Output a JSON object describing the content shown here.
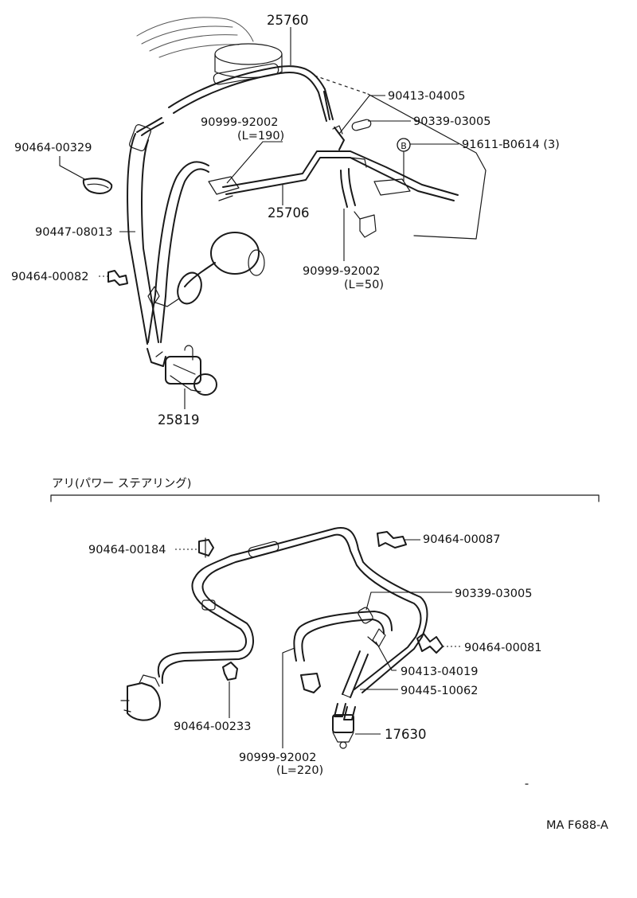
{
  "upper": {
    "part_25760": "25760",
    "part_90413_04005": "90413-04005",
    "part_90339_03005": "90339-03005",
    "part_91611_b0614": "91611-B0614 (3)",
    "marker_b": "B",
    "part_90999_92002_a": "90999-92002",
    "length_a": "(L=190)",
    "part_90464_00329": "90464-00329",
    "part_25706": "25706",
    "part_90447_08013": "90447-08013",
    "part_90999_92002_b": "90999-92002",
    "length_b": "(L=50)",
    "part_90464_00082": "90464-00082",
    "part_25819": "25819"
  },
  "section": {
    "heading": "アリ(パワー ステアリング)"
  },
  "lower": {
    "part_90464_00184": "90464-00184",
    "part_90464_00087": "90464-00087",
    "part_90339_03005": "90339-03005",
    "part_90464_00081": "90464-00081",
    "part_90413_04019": "90413-04019",
    "part_90445_10062": "90445-10062",
    "part_90464_00233": "90464-00233",
    "part_17630": "17630",
    "part_90999_92002": "90999-92002",
    "length": "(L=220)"
  },
  "footer": {
    "code": "MA F688-A"
  }
}
